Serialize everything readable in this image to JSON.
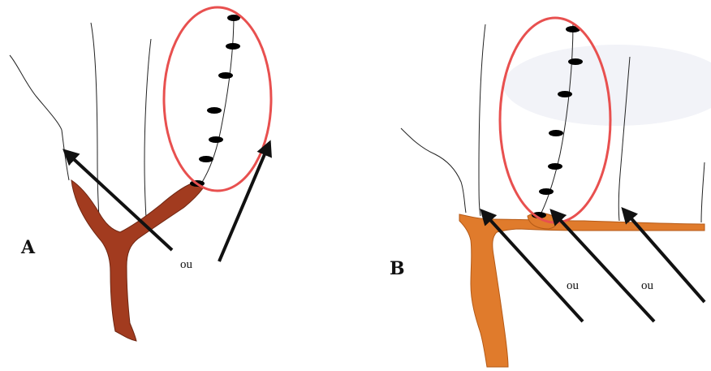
{
  "panels": [
    {
      "letter": "A",
      "arrow_labels": [
        "ou"
      ],
      "vessel_color": "#a23b1f"
    },
    {
      "letter": "B",
      "arrow_labels": [
        "ou",
        "ou"
      ],
      "vessel_color": "#e07b2c"
    }
  ],
  "colors": {
    "highlight_ellipse": "#e8504f",
    "stitch": "#000000",
    "outline": "#222222",
    "arrow": "#111111"
  }
}
